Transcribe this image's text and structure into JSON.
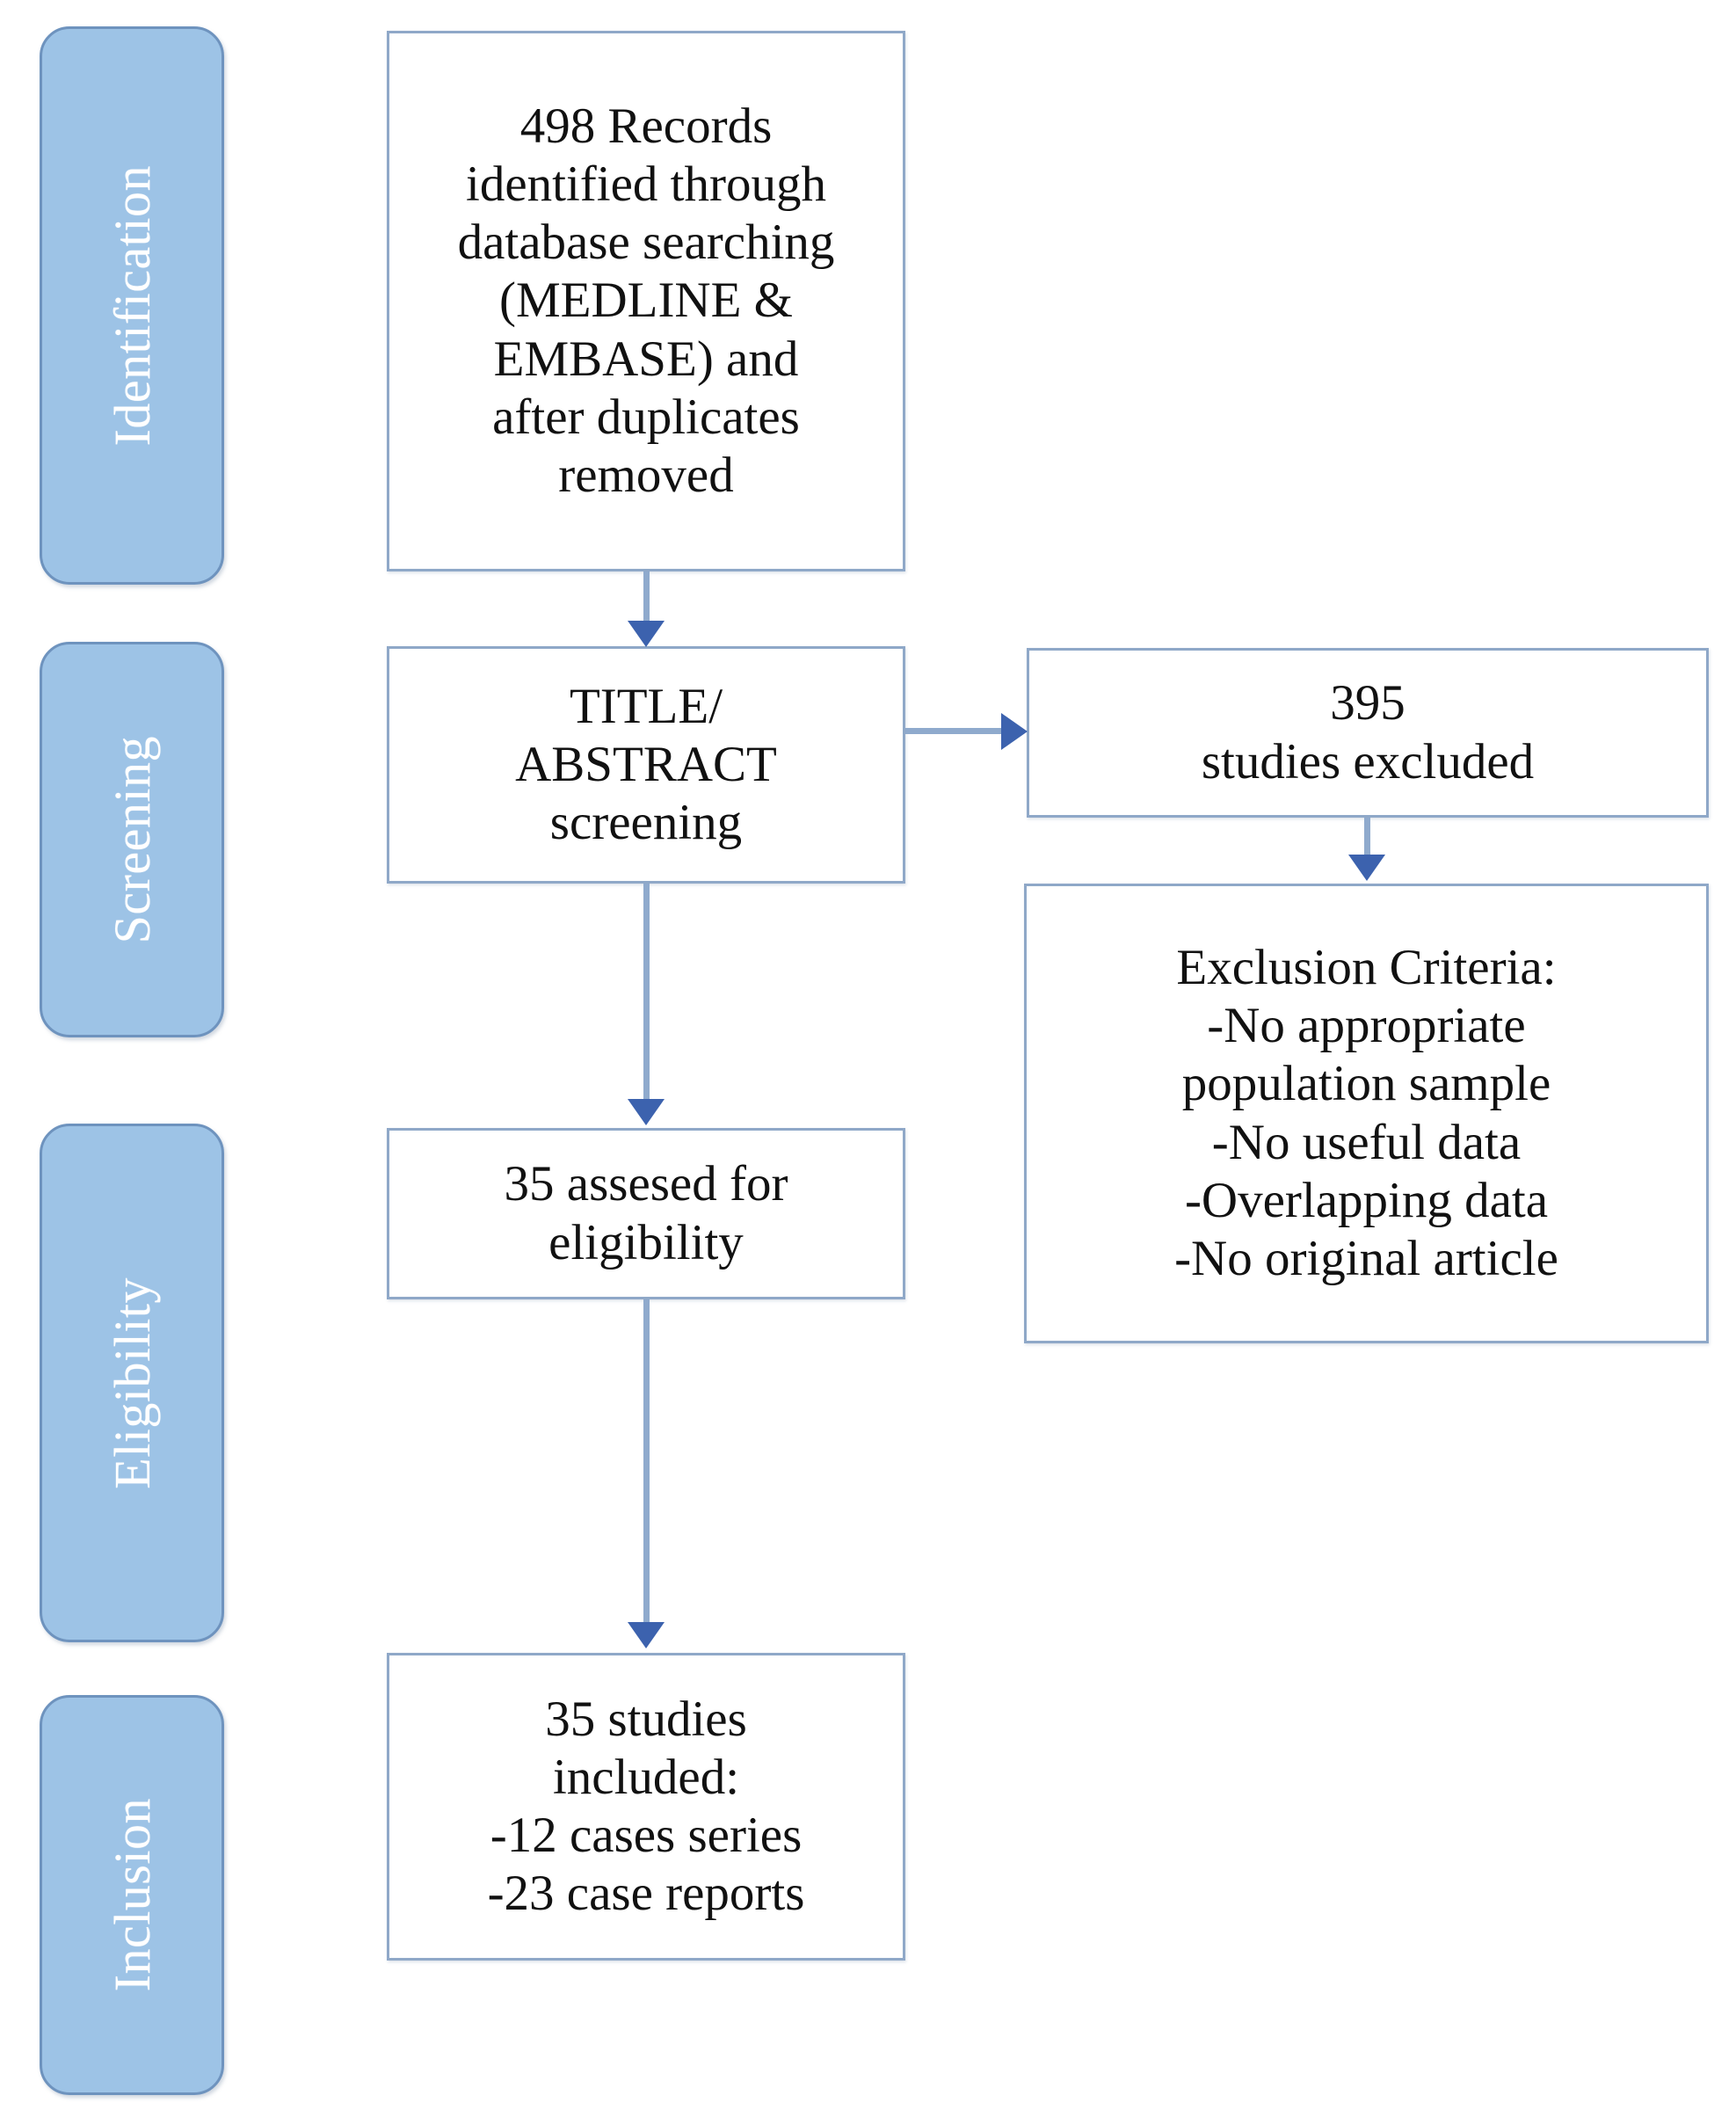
{
  "diagram": {
    "title": "PRISMA study selection flow diagram",
    "colors": {
      "pill_fill": "#9DC3E6",
      "pill_border": "#6E93BE",
      "pill_text": "#FFFFFF",
      "box_border": "#8FA8C8",
      "box_fill": "#FFFFFF",
      "connector_line": "#8FAACD",
      "arrow_head": "#3C62AE",
      "box_text": "#111111"
    }
  },
  "stages": [
    {
      "id": "identification",
      "label": "Identification"
    },
    {
      "id": "screening",
      "label": "Screening"
    },
    {
      "id": "eligibility",
      "label": "Eligibility"
    },
    {
      "id": "inclusion",
      "label": "Inclusion"
    }
  ],
  "boxes": {
    "records_identified": {
      "text": "498 Records\nidentified through\ndatabase searching\n(MEDLINE &\nEMBASE) and\nafter duplicates\nremoved",
      "count": 498
    },
    "title_abstract_screening": {
      "text": "TITLE/\nABSTRACT\nscreening"
    },
    "studies_excluded": {
      "text": "395\nstudies excluded",
      "count": 395
    },
    "exclusion_criteria": {
      "text": "Exclusion Criteria:\n-No appropriate\npopulation sample\n-No useful data\n-Overlapping data\n-No original article",
      "heading": "Exclusion Criteria:",
      "items": [
        "-No appropriate population sample",
        "-No useful data",
        "-Overlapping data",
        "-No original article"
      ]
    },
    "assessed_eligibility": {
      "text": "35 assesed for\neligibility",
      "count": 35
    },
    "studies_included": {
      "text": "35 studies\nincluded:\n-12 cases series\n-23 case reports",
      "count": 35,
      "breakdown": [
        {
          "label": "-12 cases series",
          "count": 12
        },
        {
          "label": "-23 case reports",
          "count": 23
        }
      ]
    }
  },
  "connectors": [
    {
      "id": "records-to-screening",
      "from": "records_identified",
      "to": "title_abstract_screening",
      "direction": "down"
    },
    {
      "id": "screening-to-excluded",
      "from": "title_abstract_screening",
      "to": "studies_excluded",
      "direction": "right"
    },
    {
      "id": "excluded-to-criteria",
      "from": "studies_excluded",
      "to": "exclusion_criteria",
      "direction": "down"
    },
    {
      "id": "screening-to-eligible",
      "from": "title_abstract_screening",
      "to": "assessed_eligibility",
      "direction": "down"
    },
    {
      "id": "eligible-to-included",
      "from": "assessed_eligibility",
      "to": "studies_included",
      "direction": "down"
    }
  ]
}
